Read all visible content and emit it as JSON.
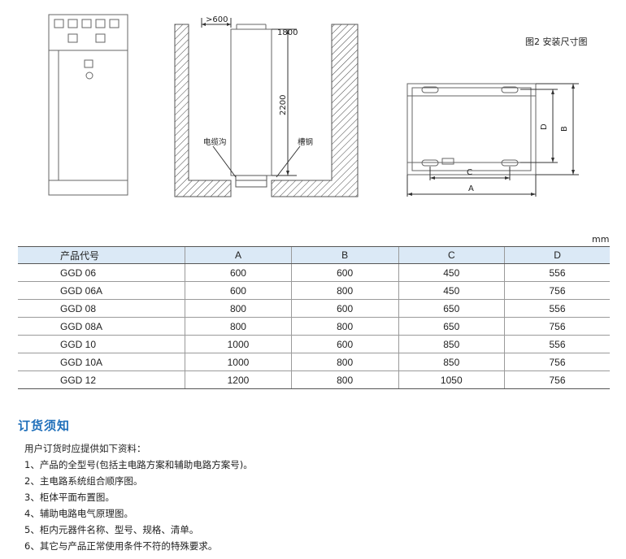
{
  "figure": {
    "caption": "图2 安装尺寸图",
    "trench_labels": {
      "clearance": ">600",
      "top_dim": "1800",
      "height_dim": "2200",
      "cable_trench": "电缆沟",
      "channel_steel": "槽钢"
    },
    "base_labels": {
      "a": "A",
      "b": "B",
      "c": "C",
      "d": "D"
    }
  },
  "table": {
    "unit": "mm",
    "headers": [
      "产品代号",
      "A",
      "B",
      "C",
      "D"
    ],
    "rows": [
      [
        "GGD 06",
        "600",
        "600",
        "450",
        "556"
      ],
      [
        "GGD 06A",
        "600",
        "800",
        "450",
        "756"
      ],
      [
        "GGD 08",
        "800",
        "600",
        "650",
        "556"
      ],
      [
        "GGD 08A",
        "800",
        "800",
        "650",
        "756"
      ],
      [
        "GGD  10",
        "1000",
        "600",
        "850",
        "556"
      ],
      [
        "GGD 10A",
        "1000",
        "800",
        "850",
        "756"
      ],
      [
        "GGD 12",
        "1200",
        "800",
        "1050",
        "756"
      ]
    ]
  },
  "order_notes": {
    "title": "订货须知",
    "intro": "用户订货时应提供如下资料：",
    "items": [
      "1、产品的全型号(包括主电路方案和辅助电路方案号)。",
      "2、主电路系统组合顺序图。",
      "3、柜体平面布置图。",
      "4、辅助电路电气原理图。",
      "5、柜内元器件名称、型号、规格、清单。",
      "6、其它与产品正常使用条件不符的特殊要求。"
    ]
  },
  "colors": {
    "accent": "#1f6fba",
    "header_bg": "#dbe9f6"
  }
}
